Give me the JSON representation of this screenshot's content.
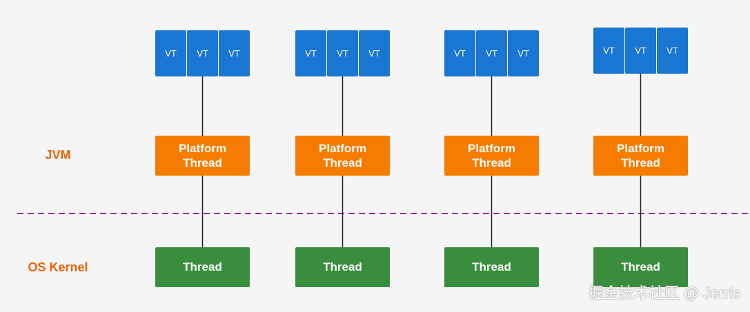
{
  "labels": {
    "jvm": "JVM",
    "os_kernel": "OS Kernel"
  },
  "columns": [
    {
      "vts": [
        "VT",
        "VT",
        "VT"
      ],
      "platform_thread": "Platform\nThread",
      "kernel_thread": "Thread"
    },
    {
      "vts": [
        "VT",
        "VT",
        "VT"
      ],
      "platform_thread": "Platform\nThread",
      "kernel_thread": "Thread"
    },
    {
      "vts": [
        "VT",
        "VT",
        "VT"
      ],
      "platform_thread": "Platform\nThread",
      "kernel_thread": "Thread"
    },
    {
      "vts": [
        "VT",
        "VT",
        "VT"
      ],
      "platform_thread": "Platform\nThread",
      "kernel_thread": "Thread"
    }
  ],
  "colors": {
    "virtual_thread": "#1976d2",
    "platform_thread": "#f57c00",
    "kernel_thread": "#388e3c",
    "layer_label": "#e8650b",
    "boundary_line": "#9c27b0",
    "connector": "#222222"
  },
  "watermark": "掘金技术社区 @ Jerris"
}
